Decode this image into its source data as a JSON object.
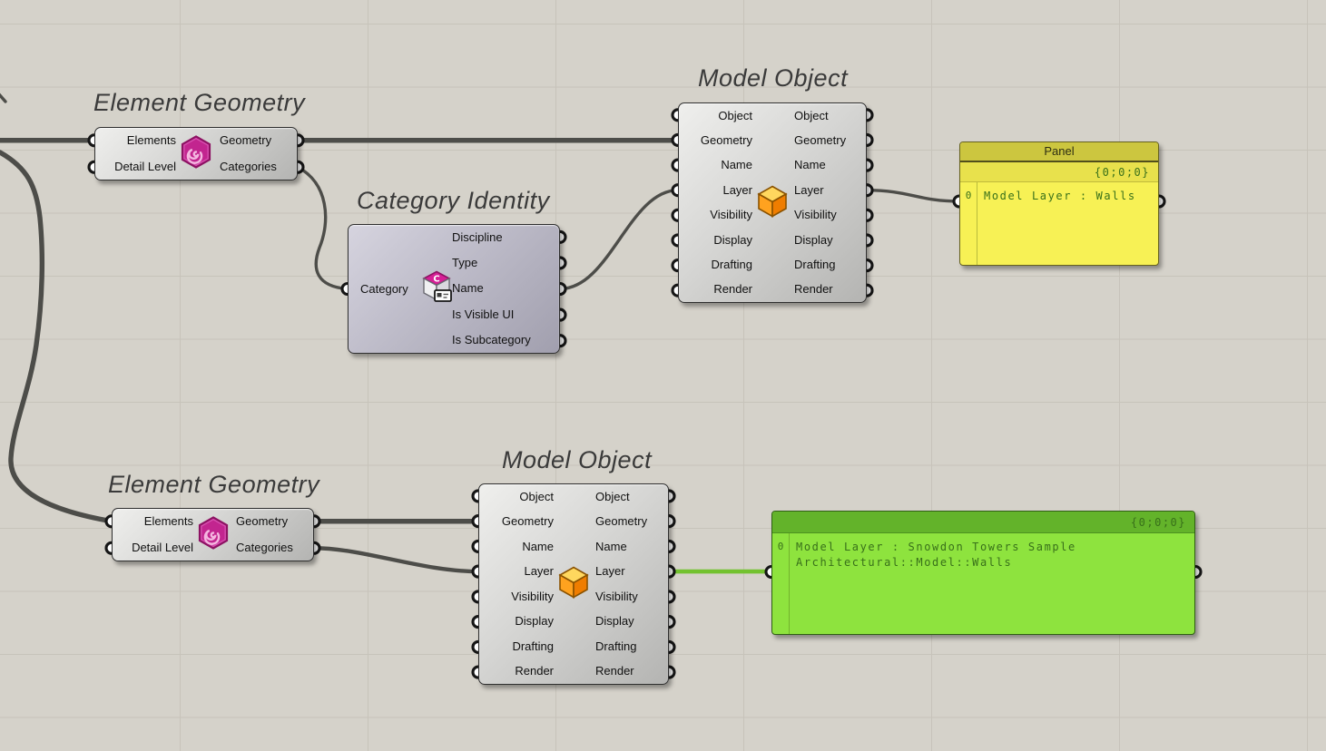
{
  "app": "grasshopper-canvas",
  "colors": {
    "canvas_bg": "#d5d2ca",
    "grid_line": "#c7c3ba",
    "wire": "#4d4d49",
    "wire_selected": "#73c22f",
    "component_border": "#2e2e2e",
    "component_body_dark": "#b4b4b2",
    "category_body_light": "#c0becb",
    "category_body_dark": "#a19fae",
    "label_text": "#3a3a3a",
    "port_text": "#101010",
    "panel_yellow_title_bg": "#ccc63f",
    "panel_yellow_header_bg": "#e8e14c",
    "panel_yellow_body": "#f7f155",
    "panel_yellow_border": "#66621f",
    "panel_green_header_bg": "#63b32a",
    "panel_green_body": "#8ee33e",
    "panel_green_border": "#2f5e14",
    "panel_text_green": "#38701a",
    "icon_magenta": "#cf1d8d",
    "icon_orange": "#f79500"
  },
  "components": [
    {
      "id": "element-geometry-top",
      "label": "Element Geometry",
      "icon": "spiral-hexagon-icon",
      "inputs": [
        "Elements",
        "Detail Level"
      ],
      "outputs": [
        "Geometry",
        "Categories"
      ]
    },
    {
      "id": "category-identity",
      "label": "Category Identity",
      "icon": "category-box-icon",
      "inputs": [
        "Category"
      ],
      "outputs": [
        "Discipline",
        "Type",
        "Name",
        "Is Visible UI",
        "Is Subcategory"
      ]
    },
    {
      "id": "model-object-top",
      "label": "Model Object",
      "icon": "cube-icon",
      "inputs": [
        "Object",
        "Geometry",
        "Name",
        "Layer",
        "Visibility",
        "Display",
        "Drafting",
        "Render"
      ],
      "outputs": [
        "Object",
        "Geometry",
        "Name",
        "Layer",
        "Visibility",
        "Display",
        "Drafting",
        "Render"
      ]
    },
    {
      "id": "element-geometry-bottom",
      "label": "Element Geometry",
      "icon": "spiral-hexagon-icon",
      "inputs": [
        "Elements",
        "Detail Level"
      ],
      "outputs": [
        "Geometry",
        "Categories"
      ]
    },
    {
      "id": "model-object-bottom",
      "label": "Model Object",
      "icon": "cube-icon",
      "inputs": [
        "Object",
        "Geometry",
        "Name",
        "Layer",
        "Visibility",
        "Display",
        "Drafting",
        "Render"
      ],
      "outputs": [
        "Object",
        "Geometry",
        "Name",
        "Layer",
        "Visibility",
        "Display",
        "Drafting",
        "Render"
      ]
    }
  ],
  "panels": [
    {
      "id": "panel-yellow",
      "title": "Panel",
      "path": "{0;0;0}",
      "row_index": "0",
      "lines": [
        "Model Layer : Walls"
      ]
    },
    {
      "id": "panel-green",
      "title": "",
      "path": "{0;0;0}",
      "row_index": "0",
      "lines": [
        "Model Layer : Snowdon Towers Sample",
        "Architectural::Model::Walls"
      ]
    }
  ]
}
